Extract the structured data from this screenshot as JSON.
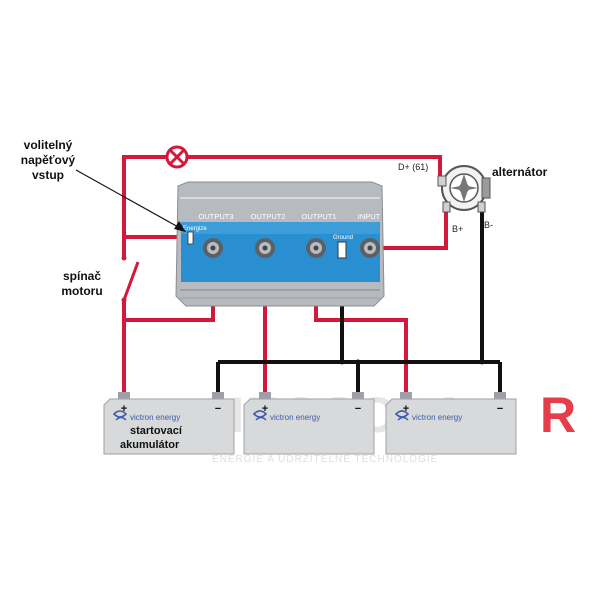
{
  "colors": {
    "wire_red": "#d3183c",
    "wire_black": "#111111",
    "isolator_body": "#2a8fd0",
    "isolator_metal": "#b8bcc0",
    "battery_body": "#d7d9db",
    "victron_blue": "#3f5ba9",
    "watermark_gray": "#cfcfcf",
    "watermark_red": "#e11c2a"
  },
  "labels": {
    "optional_input": [
      "volitelný",
      "napěťový",
      "vstup"
    ],
    "engine_switch": [
      "spínač",
      "motoru"
    ],
    "alternator": "alternátor",
    "alternator_d_plus": "D+ (61)",
    "alternator_b_plus": "B+",
    "alternator_b_minus": "B-",
    "starter_battery": [
      "startovací",
      "akumulátor"
    ]
  },
  "isolator": {
    "outputs": [
      "OUTPUT3",
      "OUTPUT2",
      "OUTPUT1",
      "INPUT"
    ],
    "energize": "Energize",
    "ground": "Ground"
  },
  "battery": {
    "brand": "victron energy",
    "plus": "+",
    "minus": "−"
  },
  "watermark": {
    "main": "NEOSOLA",
    "accent": "R",
    "tagline": "ENERGIE A UDRŽITELNÉ TECHNOLOGIE"
  }
}
